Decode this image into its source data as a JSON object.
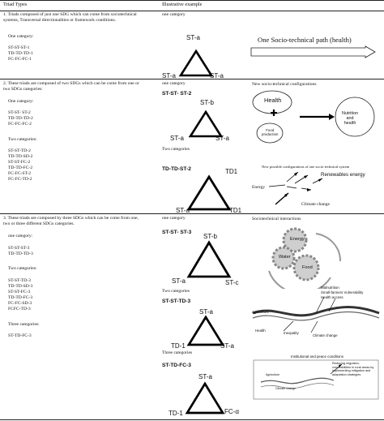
{
  "header": {
    "col1": "Triad Types",
    "col2": "Illustrative example"
  },
  "row1": {
    "desc": "1. Triads composed of just one SDG which can come from sociotechnical\nsystems, Transversal directionalities or framework conditions.",
    "category_heading": "One category:",
    "items": [
      "ST-ST-ST-1",
      "TD-TD-TD-1",
      "FC-FC-FC-1"
    ],
    "example_caption": "one category",
    "triangle": {
      "top": "ST-a",
      "left": "ST-a",
      "right": "ST-a"
    },
    "illus_title": "One Socio-technical path (health)"
  },
  "row2": {
    "desc": "2. These triads are composed of two SDGs which can be come from one or\ntwo SDGs categories:",
    "one_heading": "One category:",
    "one_items": [
      "ST-ST- ST-2",
      "TD-TD-TD-2",
      "FC-FC-FC-2"
    ],
    "two_heading": "Two categories:",
    "two_items": [
      "ST-ST-TD-2",
      "TD-TD-SD-2",
      "ST-ST-FC-2",
      "TD-TD-FC-2",
      "FC-FC-ST-2",
      "FC-FC-TD-2"
    ],
    "example1_caption": "one category",
    "example1_code": "ST-ST- ST-2",
    "triangle1": {
      "top": "ST-b",
      "left": "ST-a",
      "right": "ST-a"
    },
    "example2_caption": "Two categories",
    "example2_code": "TD-TD-ST-2",
    "triangle2": {
      "top": "TD1",
      "left": "ST-a",
      "right": "TD1"
    },
    "illus1_title": "New socio-technical configurations",
    "illus1": {
      "health": "Health",
      "nutrition": "Nutrition\nand\nhealth",
      "food": "Food\nproduction"
    },
    "illus2_title": "New possible configurations of one socio-technical system",
    "illus2": {
      "energy": "Energy",
      "renewables": "Renewables energy",
      "climate": "Climate change"
    }
  },
  "row3": {
    "desc": "3. These triads are composed by three SDGs which can be come from one,\ntwo or three different SDGs categories.",
    "one_heading": "one category:",
    "one_items": [
      "ST-ST-ST-3",
      "TD-TD-TD-3"
    ],
    "two_heading": "Two categories:",
    "two_items": [
      "ST-ST-TD-3",
      "TD-TD-SD-3",
      "ST-ST-FC-3",
      "TD-TD-FC-3",
      "FC-FC-SD-3",
      "FCFC-TD-3"
    ],
    "three_heading": "Three categories:",
    "three_items": [
      "ST-TD-FC-3"
    ],
    "example1_caption": "one category",
    "example1_code": "ST-ST- ST-3",
    "triangle1": {
      "top": "ST-b",
      "left": "ST-a",
      "right": "ST-c"
    },
    "example2_caption": "Two categories",
    "example2_code": "ST-ST-TD-3",
    "triangle2": {
      "top": "ST-a",
      "left": "TD-1",
      "right": "ST-a"
    },
    "example3_caption": "Three categories",
    "example3_code": "ST-TD-FC-3",
    "triangle3": {
      "top": "ST-a",
      "left": "TD-1",
      "right": "FC-α"
    },
    "illus1_title": "Sociotechnical interactions",
    "illus1": {
      "energy": "Energy",
      "water": "Water",
      "food": "Food"
    },
    "illus2": {
      "malnutrition": "Malnutrition",
      "small": "Small-farmers Vulnerability",
      "health_access": "Health access",
      "agriculture": "Agriculture",
      "health": "Health",
      "inequality": "Inequality",
      "climate": "Climate change"
    },
    "illus3_title": "Institutional and peace conditions",
    "illus3": {
      "reduce": "Reducing migration,\nvulnerabilities in rural areas by\nimplementing mitigation and\nadaptation strategies",
      "agriculture": "Agriculture",
      "climate": "Climate change"
    }
  }
}
